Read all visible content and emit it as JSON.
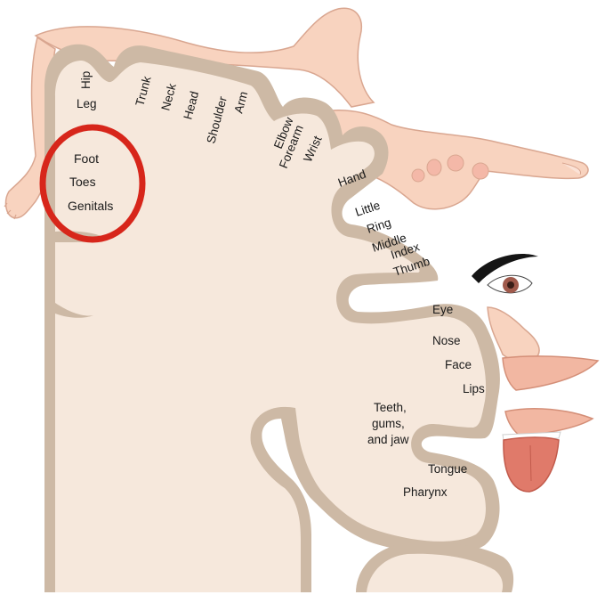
{
  "highlight_color": "#d7261b",
  "colors": {
    "cortex_fill": "#f6e8dc",
    "gray_matter": "#cdb9a5",
    "skin": "#f8d3bf",
    "skin_line": "#d9a690",
    "lip": "#d99a80",
    "tongue": "#e07a6a"
  },
  "icons": {
    "body_figure": "homunculus-body-icon",
    "hand": "hand-icon",
    "face": "face-icon"
  },
  "labels": {
    "hip": "Hip",
    "leg": "Leg",
    "trunk": "Trunk",
    "neck": "Neck",
    "head": "Head",
    "shoulder": "Shoulder",
    "arm": "Arm",
    "elbow": "Elbow",
    "forearm": "Forearm",
    "wrist": "Wrist",
    "hand": "Hand",
    "little": "Little",
    "ring": "Ring",
    "middle": "Middle",
    "index": "Index",
    "thumb": "Thumb",
    "foot": "Foot",
    "toes": "Toes",
    "genitals": "Genitals",
    "eye": "Eye",
    "nose": "Nose",
    "face": "Face",
    "lips": "Lips",
    "teeth_1": "Teeth,",
    "teeth_2": "gums,",
    "teeth_3": "and jaw",
    "tongue": "Tongue",
    "pharynx": "Pharynx"
  }
}
